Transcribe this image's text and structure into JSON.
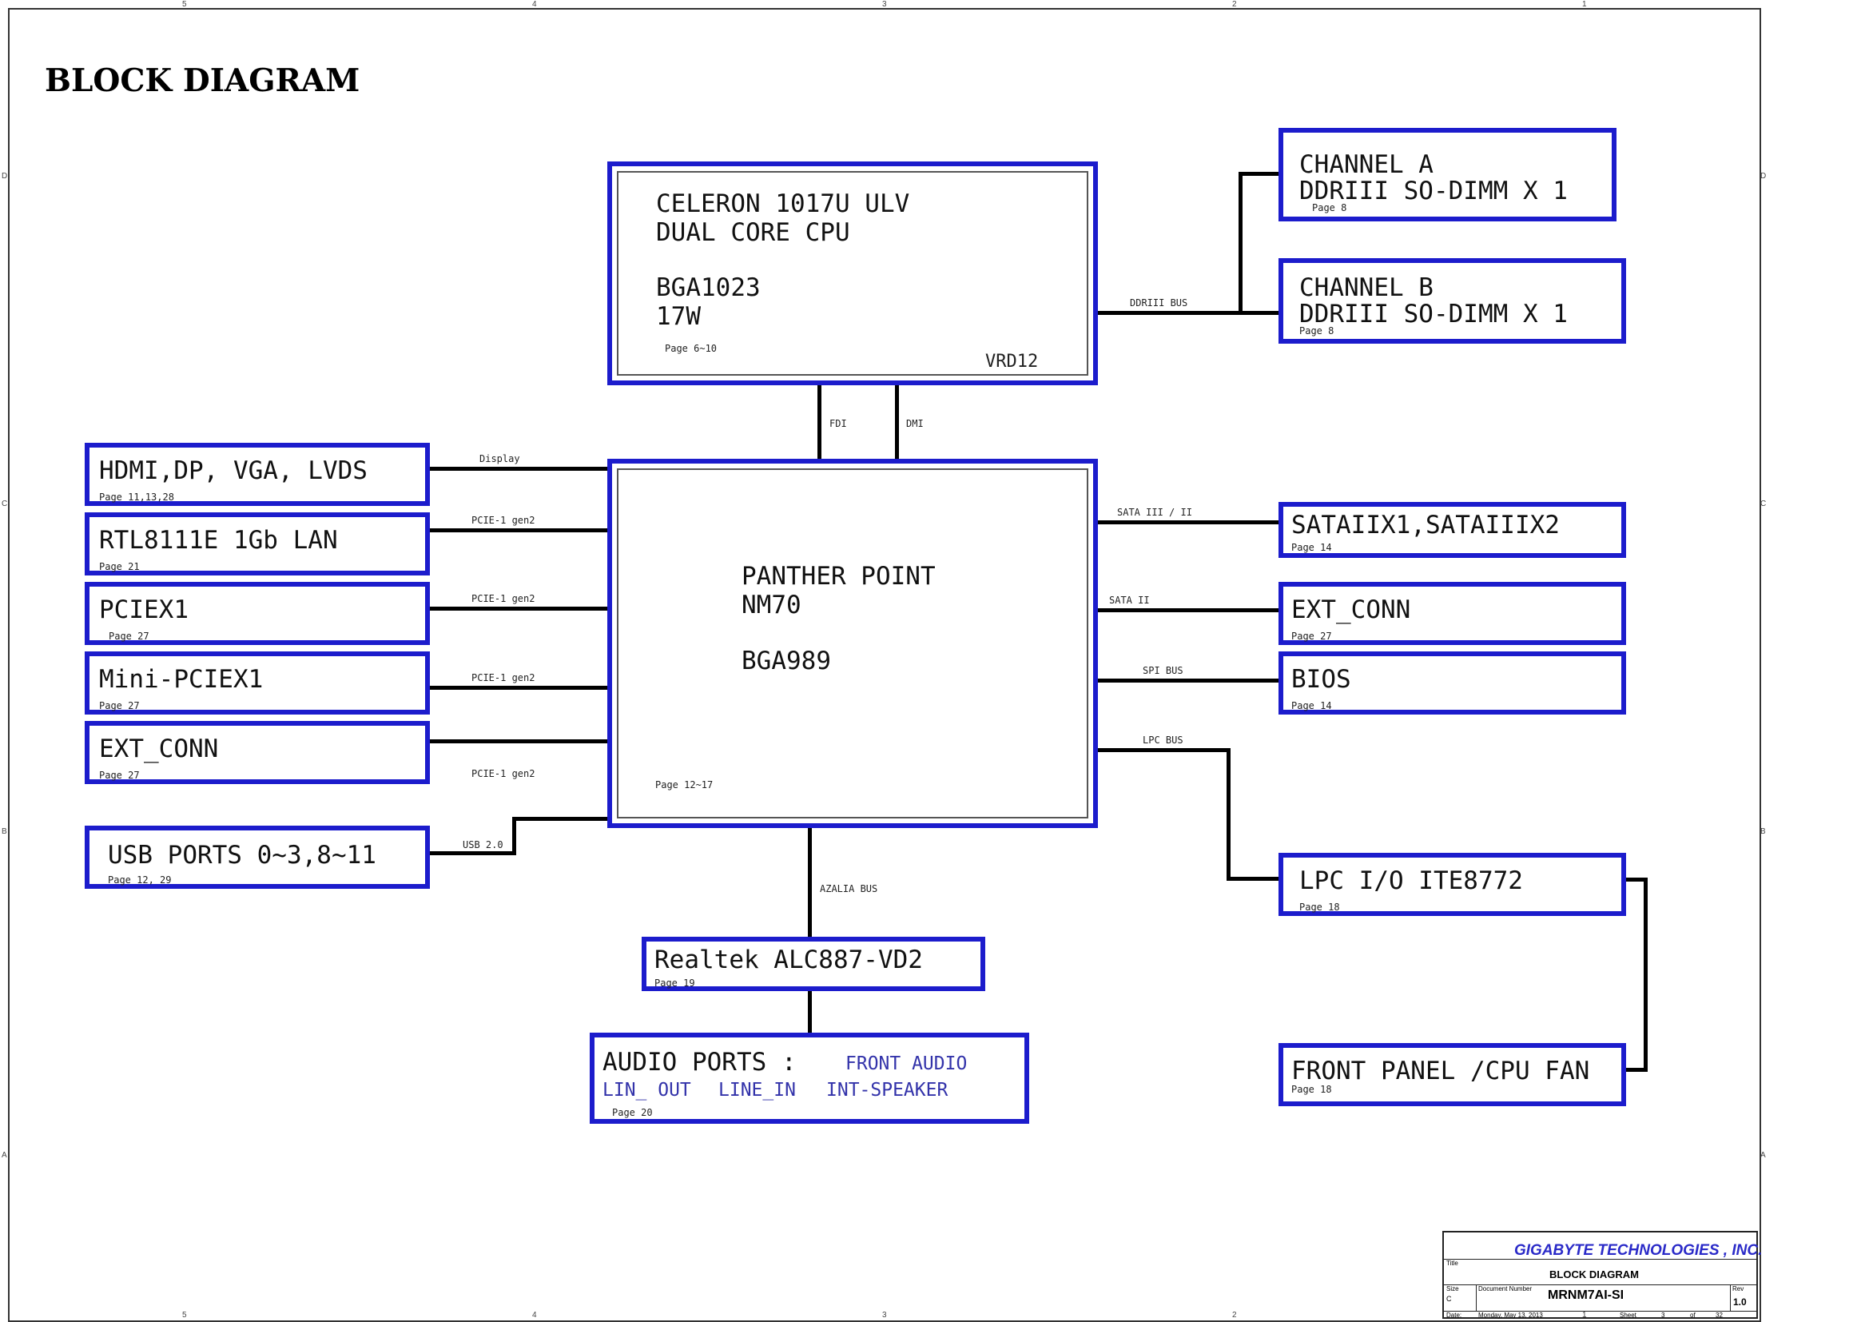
{
  "title": "BLOCK DIAGRAM",
  "border_marks": {
    "top": [
      "5",
      "4",
      "3",
      "2",
      "1"
    ],
    "bottom": [
      "5",
      "4",
      "3",
      "2",
      "1"
    ],
    "left": [
      "D",
      "C",
      "B",
      "A"
    ],
    "right": [
      "D",
      "C",
      "B",
      "A"
    ]
  },
  "cpu": {
    "line1": "CELERON 1017U ULV",
    "line2": "DUAL CORE CPU",
    "line3": "BGA1023",
    "line4": "17W",
    "page": "Page 6~10",
    "vrd": "VRD12"
  },
  "pch": {
    "line1": "PANTHER POINT",
    "line2": "NM70",
    "line3": "BGA989",
    "page": "Page 12~17"
  },
  "channel_a": {
    "line1": "CHANNEL A",
    "line2": "DDRIII SO-DIMM X 1",
    "page": "Page 8"
  },
  "channel_b": {
    "line1": "CHANNEL B",
    "line2": "DDRIII SO-DIMM X 1",
    "page": "Page 8"
  },
  "left_blocks": [
    {
      "label": "HDMI,DP, VGA, LVDS",
      "page": "Page 11,13,28"
    },
    {
      "label": "RTL8111E 1Gb LAN",
      "page": "Page 21"
    },
    {
      "label": "PCIEX1",
      "page": "Page 27"
    },
    {
      "label": "Mini-PCIEX1",
      "page": "Page 27"
    },
    {
      "label": "EXT_CONN",
      "page": "Page 27"
    },
    {
      "label": "USB PORTS 0~3,8~11",
      "page": "Page 12, 29"
    }
  ],
  "right_blocks": [
    {
      "label": "SATAIIX1,SATAIIIX2",
      "page": "Page 14"
    },
    {
      "label": "EXT_CONN",
      "page": "Page 27"
    },
    {
      "label": "BIOS",
      "page": "Page 14"
    },
    {
      "label": "LPC I/O ITE8772",
      "page": "Page 18"
    },
    {
      "label": "FRONT PANEL /CPU FAN",
      "page": "Page 18"
    }
  ],
  "codec": {
    "label": "Realtek ALC887-VD2",
    "page": "Page 19"
  },
  "audio": {
    "label": "AUDIO PORTS :",
    "front": "FRONT AUDIO",
    "line_out": "LIN_ OUT",
    "line_in": "LINE_IN",
    "speaker": "INT-SPEAKER",
    "page": "Page 20"
  },
  "buses": {
    "ddr": "DDRIII BUS",
    "fdi": "FDI",
    "dmi": "DMI",
    "display": "Display",
    "pcie1": "PCIE-1 gen2",
    "pcie2": "PCIE-1 gen2",
    "pcie3": "PCIE-1 gen2",
    "pcie4": "PCIE-1 gen2",
    "usb": "USB 2.0",
    "sata3": "SATA III / II",
    "sata2": "SATA II",
    "spi": "SPI BUS",
    "lpc": "LPC BUS",
    "azalia": "AZALIA BUS"
  },
  "title_block": {
    "company": "GIGABYTE TECHNOLOGIES , INC.",
    "title_label": "Title",
    "title": "BLOCK DIAGRAM",
    "size_label": "Size",
    "size": "C",
    "doc_label": "Document Number",
    "doc": "MRNM7AI-SI",
    "rev_label": "Rev",
    "rev": "1.0",
    "date_label": "Date:",
    "date": "Monday, May 13, 2013",
    "sheet_label": "Sheet",
    "sheet": "3",
    "of_label": "of",
    "of": "32"
  }
}
